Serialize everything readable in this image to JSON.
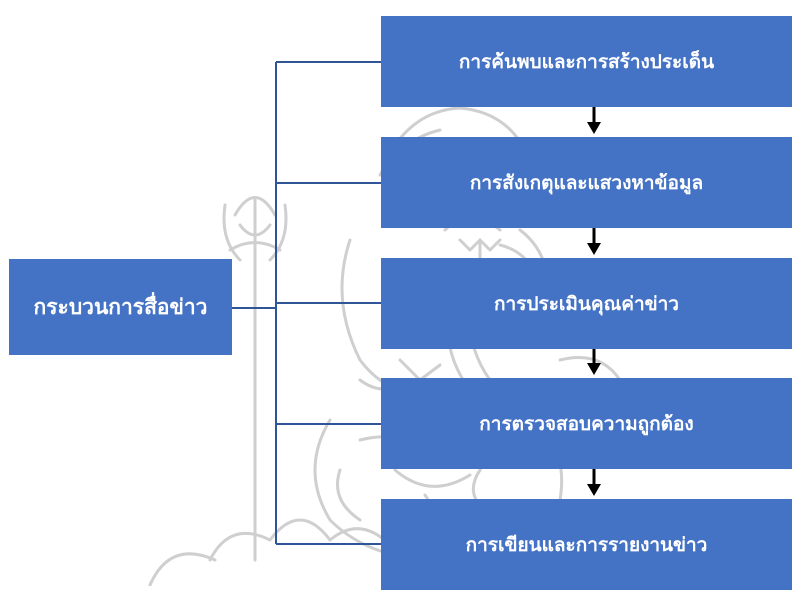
{
  "diagram": {
    "root": {
      "label": "กระบวนการสื่อข่าว"
    },
    "steps": [
      {
        "label": "การค้นพบและการสร้างประเด็น"
      },
      {
        "label": "การสังเกตุและแสวงหาข้อมูล"
      },
      {
        "label": "การประเมินคุณค่าข่าว"
      },
      {
        "label": "การตรวจสอบความถูกต้อง"
      },
      {
        "label": "การเขียนและการรายงานข่าว"
      }
    ],
    "colors": {
      "box_fill": "#4472c4",
      "box_text": "#ffffff",
      "connector": "#2f5597",
      "arrow": "#000000",
      "watermark": "#c8c8c8"
    },
    "watermark": {
      "icon": "ganesha-emblem-icon"
    }
  }
}
